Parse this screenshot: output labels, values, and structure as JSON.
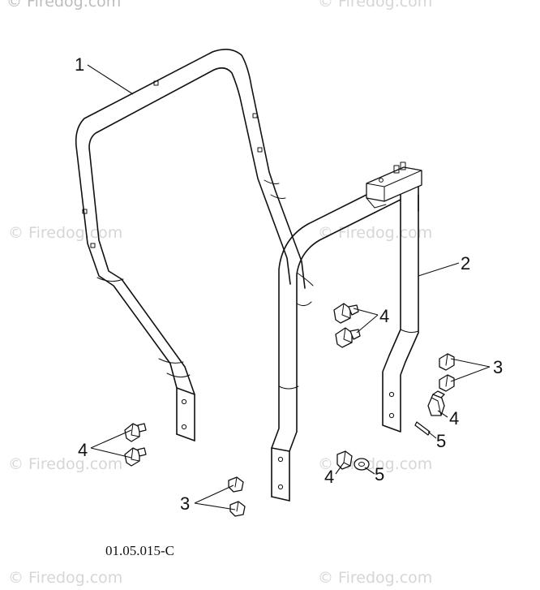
{
  "watermarks": [
    "© Firedog.com",
    "© Firedog.com",
    "© Firedog.com",
    "© Firedog.com",
    "© Firedog.com",
    "© Firedog.com",
    "© Firedog.com",
    "© Firedog.com"
  ],
  "callouts": {
    "rear_frame": "1",
    "front_frame": "2",
    "bolts_lower_left": "3",
    "bolts_right": "3",
    "nuts_upper": "4",
    "nuts_left": "4",
    "nut_right": "4",
    "nut_bottom": "4",
    "pin_right": "5",
    "washer_bottom": "5"
  },
  "diagram_code": "01.05.015-C"
}
